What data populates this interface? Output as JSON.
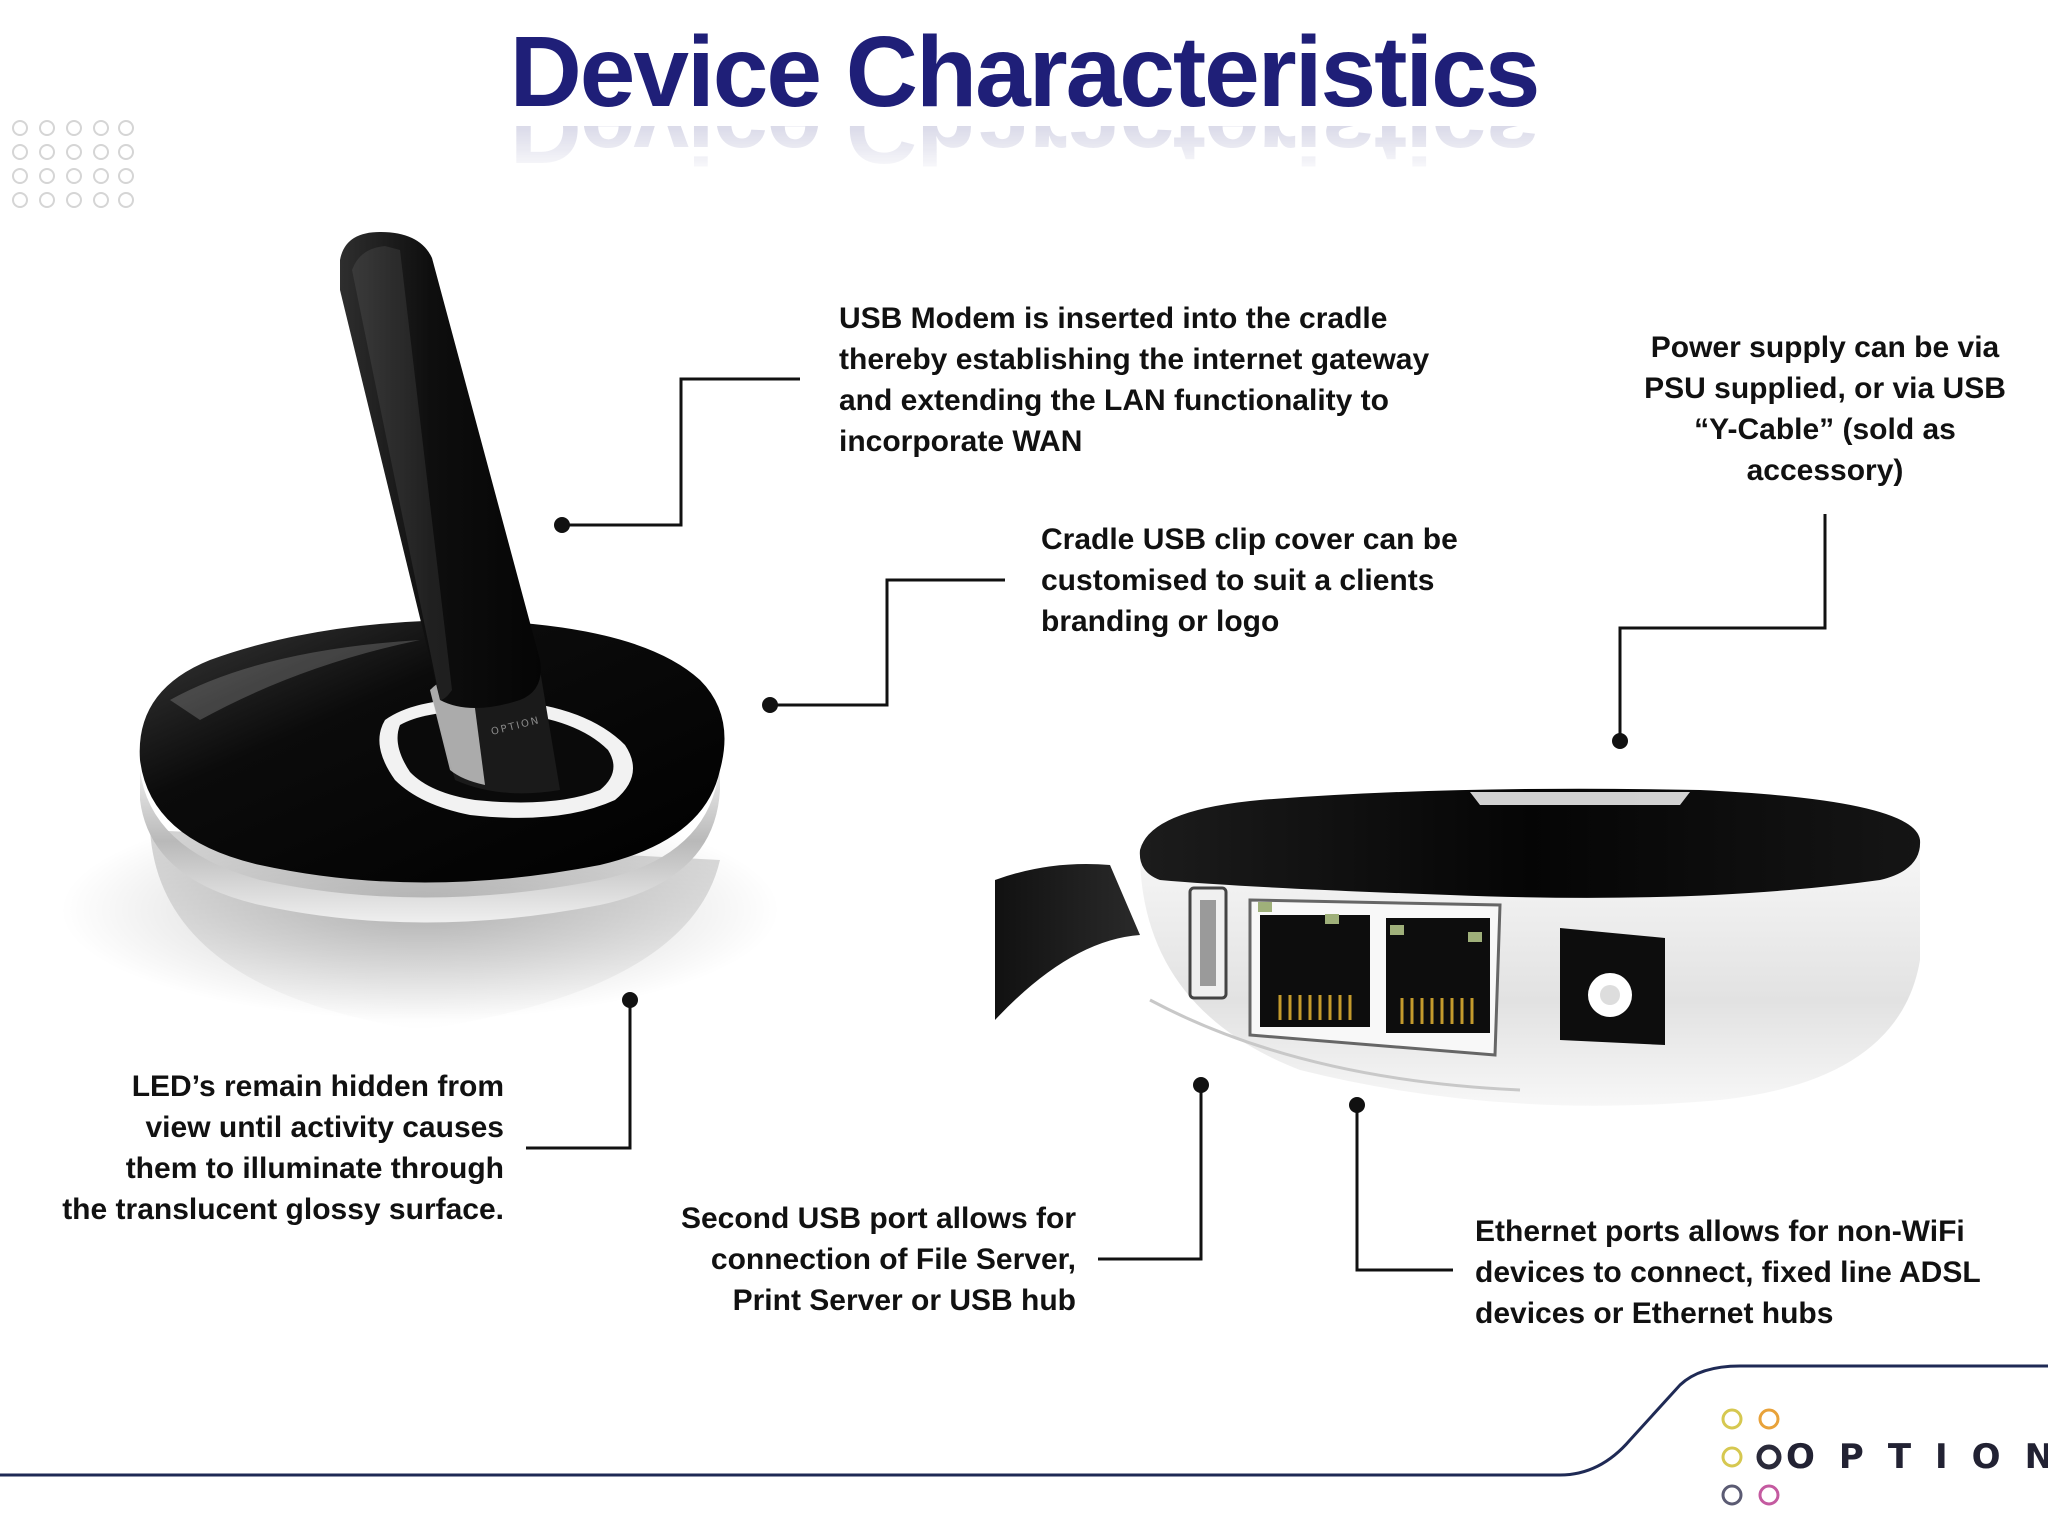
{
  "title": "Device Characteristics",
  "annotations": {
    "usb_modem": "USB Modem is inserted into the cradle\nthereby establishing the internet gateway\nand extending the LAN functionality to\nincorporate WAN",
    "power_supply": "Power supply can be via\nPSU supplied, or via USB\n“Y-Cable” (sold as\naccessory)",
    "clip_cover": "Cradle USB clip cover can be\ncustomised to suit a clients\nbranding or logo",
    "leds": "LED’s remain hidden from\nview until activity causes\nthem to illuminate through\nthe translucent glossy surface.",
    "second_usb": "Second USB port allows for\nconnection of File Server,\nPrint Server or USB hub",
    "ethernet": "Ethernet ports allows for non-WiFi\ndevices to connect, fixed line ADSL\ndevices or Ethernet hubs"
  },
  "product_label": "OPTION",
  "logo": {
    "wordmark": "OPTION",
    "ring_colors": [
      "#d6c850",
      "#e8a23a",
      "#d6c850",
      "#2a2a3a",
      "#5b5b73",
      "#c45aa0"
    ]
  },
  "colors": {
    "title": "#1f1f78",
    "text": "#111111",
    "device": "#0a0a0a",
    "accent_line": "#1f2a55"
  },
  "icons": [
    "dot-grid-icon",
    "option-logo-icon"
  ]
}
